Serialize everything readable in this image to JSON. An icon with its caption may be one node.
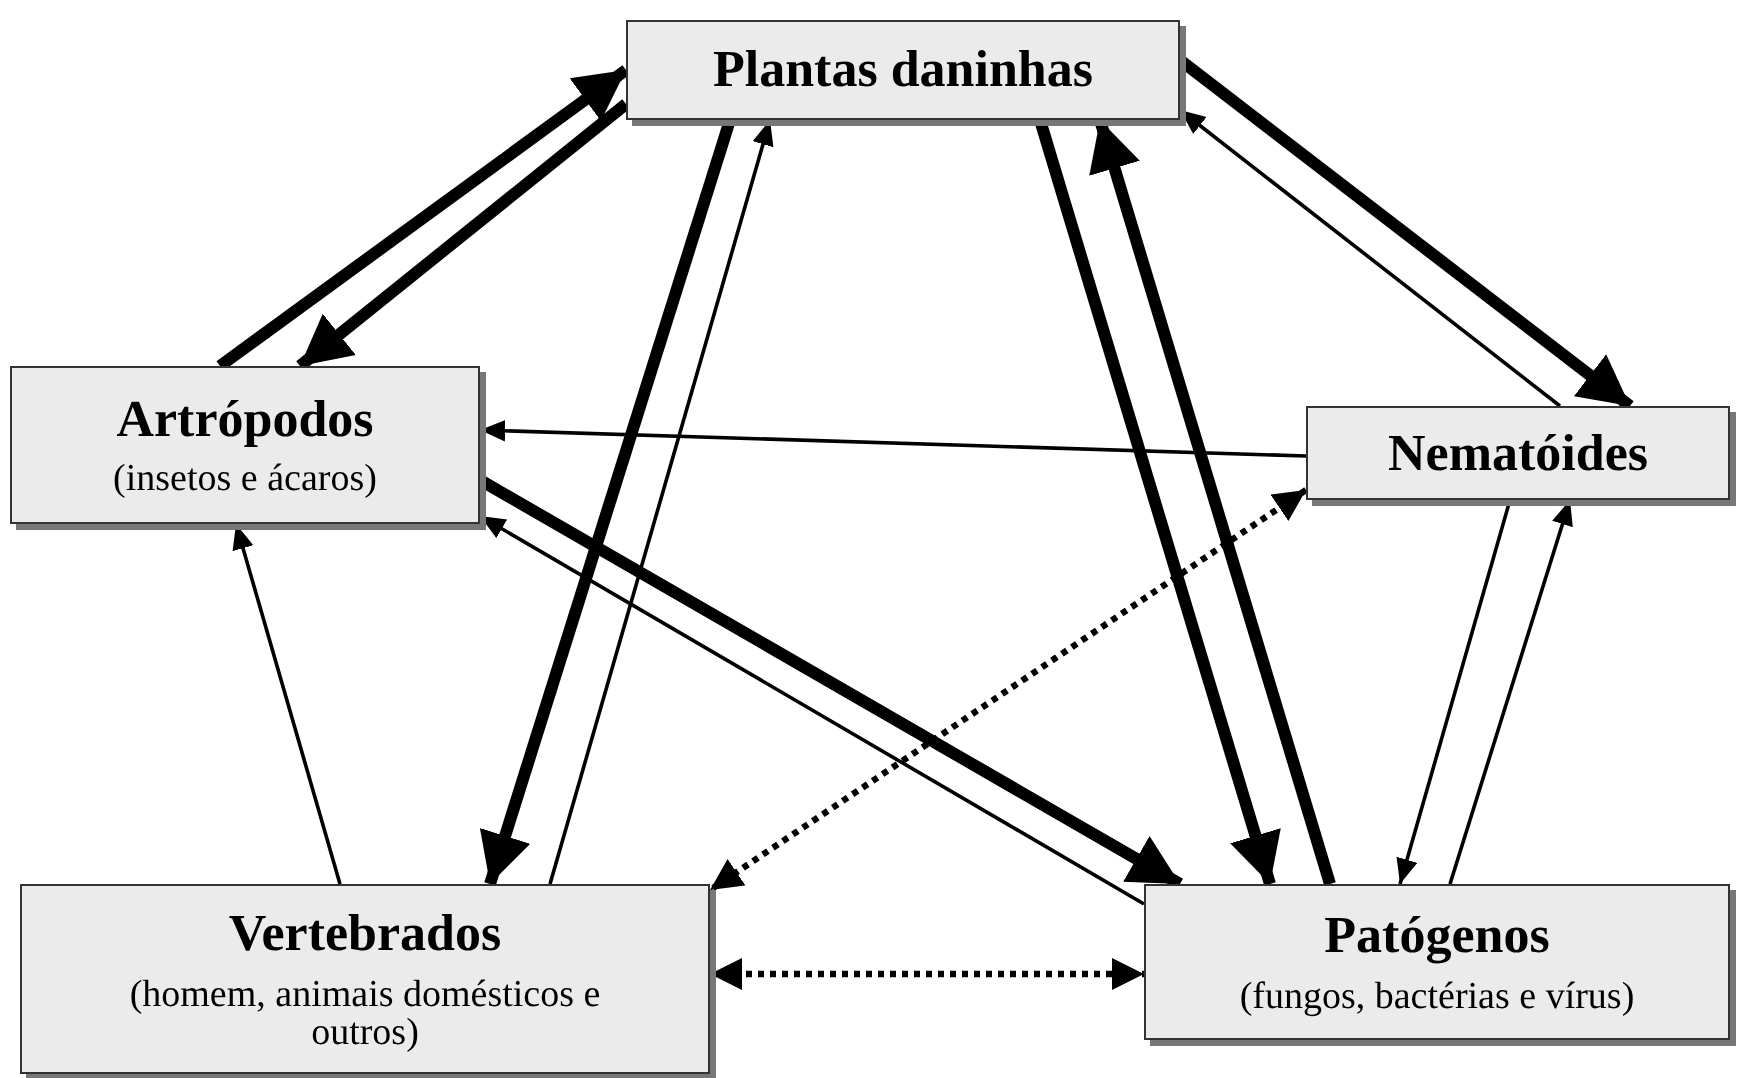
{
  "diagram": {
    "nodes": [
      {
        "text": [
          "Plantas daninhas"
        ]
      },
      {
        "text": [
          "Artrópodos",
          "(insetos e ácaros)"
        ]
      },
      {
        "text": [
          "Nematóides"
        ]
      },
      {
        "text": [
          "Vertebrados",
          "(homem, animais domésticos e outros)"
        ]
      },
      {
        "text": [
          "Patógenos",
          "(fungos, bactérias e vírus)"
        ]
      }
    ],
    "edges": [
      {
        "from": 1,
        "to": 0,
        "arrow": "to",
        "style": "thick"
      },
      {
        "from": 0,
        "to": 1,
        "arrow": "to",
        "style": "thick"
      },
      {
        "from": 0,
        "to": 2,
        "arrow": "to",
        "style": "thick"
      },
      {
        "from": 2,
        "to": 0,
        "arrow": "to"
      },
      {
        "from": 0,
        "to": 3,
        "arrow": "to",
        "style": "thick"
      },
      {
        "from": 3,
        "to": 0,
        "arrow": "to"
      },
      {
        "from": 0,
        "to": 4,
        "arrow": "to",
        "style": "thick"
      },
      {
        "from": 4,
        "to": 0,
        "arrow": "to",
        "style": "thick"
      },
      {
        "from": 2,
        "to": 1,
        "arrow": "to"
      },
      {
        "from": 1,
        "to": 4,
        "arrow": "to",
        "style": "thick"
      },
      {
        "from": 4,
        "to": 1,
        "arrow": "to"
      },
      {
        "from": 3,
        "to": 1,
        "arrow": "to"
      },
      {
        "from": 4,
        "to": 2,
        "arrow": "to"
      },
      {
        "from": 2,
        "to": 4,
        "arrow": "to"
      },
      {
        "from": 3,
        "to": 4,
        "arrow": "both",
        "style": "dashed"
      },
      {
        "from": 2,
        "to": 3,
        "arrow": "both",
        "style": "dashed"
      }
    ]
  }
}
